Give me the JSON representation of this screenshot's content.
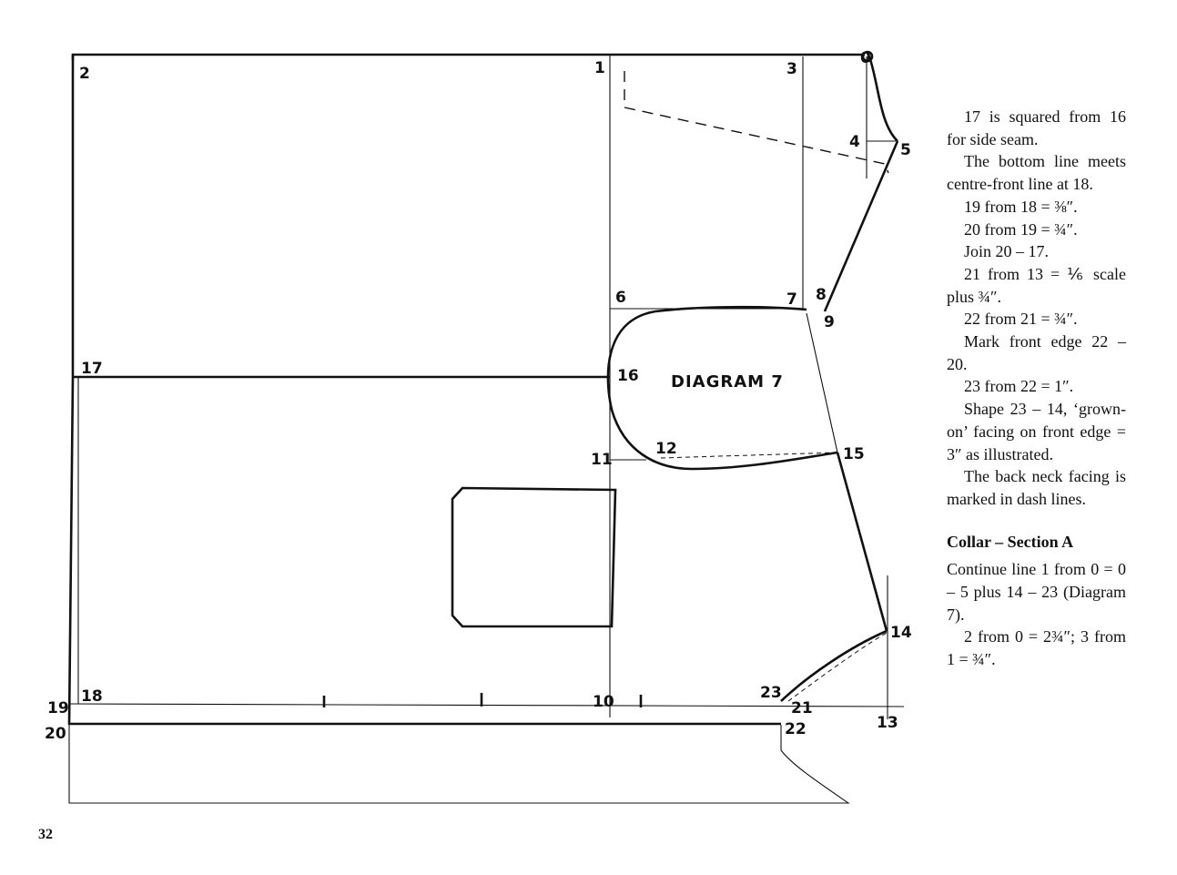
{
  "diagram": {
    "title": "DIAGRAM 7",
    "points": {
      "p0": "0",
      "p1": "1",
      "p2": "2",
      "p3": "3",
      "p4": "4",
      "p5": "5",
      "p6": "6",
      "p7": "7",
      "p8": "8",
      "p9": "9",
      "p10": "10",
      "p11": "11",
      "p12": "12",
      "p13": "13",
      "p14": "14",
      "p15": "15",
      "p16": "16",
      "p17": "17",
      "p18": "18",
      "p19": "19",
      "p20": "20",
      "p21": "21",
      "p22": "22",
      "p23": "23"
    },
    "tick_marks": [
      "1",
      "1",
      "1"
    ]
  },
  "instructions": {
    "lines": [
      "17 is squared from 16 for side seam.",
      "The bottom line meets centre-front line at 18.",
      "19 from 18 = ⅜″.",
      "20 from 19 = ¾″.",
      "Join 20 – 17.",
      "21 from 13 = ⅙ scale plus ¾″.",
      "22 from 21 = ¾″.",
      "Mark front edge 22 – 20.",
      "23 from 22 = 1″.",
      "Shape 23 – 14, ‘grown-on’ facing on front edge = 3″ as illustrated.",
      "The back neck facing is marked in dash lines."
    ],
    "collar_heading": "Collar – Section A",
    "collar_lines": [
      "Continue line 1 from 0 = 0 – 5 plus 14 – 23 (Diagram 7).",
      "2 from 0 = 2¾″; 3 from 1 = ¾″."
    ]
  },
  "page_number": "32"
}
